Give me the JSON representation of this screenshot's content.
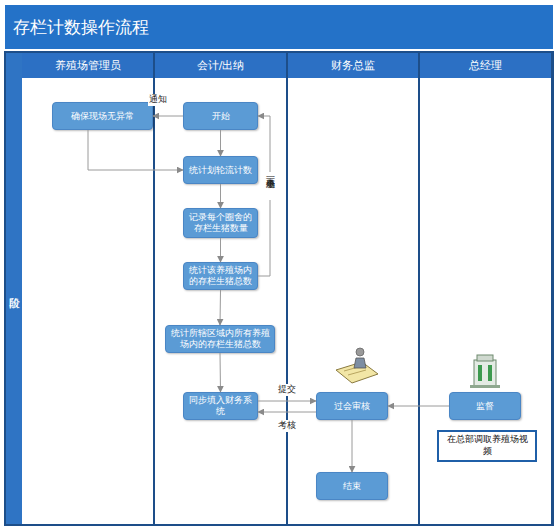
{
  "diagram": {
    "title": "存栏计数操作流程",
    "nodes": [
      {
        "text": [
          "阶段"
        ]
      },
      {
        "text": [
          "养殖场管理员"
        ]
      },
      {
        "text": [
          "会计/出纳"
        ]
      },
      {
        "text": [
          "财务总监"
        ]
      },
      {
        "text": [
          "总经理"
        ]
      },
      {
        "text": [
          "确保现场无异常"
        ],
        "in": 1
      },
      {
        "text": [
          "开始"
        ],
        "in": 2
      },
      {
        "text": [
          "统计划轮流计数"
        ],
        "in": 2
      },
      {
        "text": [
          "记录每个圈舍的存栏生猪数量"
        ],
        "in": 2
      },
      {
        "text": [
          "统计该养殖场内的存栏生猪总数"
        ],
        "in": 2
      },
      {
        "text": [
          "统计所辖区域内所有养殖场内的存栏生猪总数"
        ],
        "in": 2
      },
      {
        "text": [
          "同步填入财务系统"
        ],
        "in": 2
      },
      {
        "text": [
          "过会审核"
        ],
        "in": 3
      },
      {
        "text": [
          "结束"
        ],
        "in": 3
      },
      {
        "text": [
          "监督"
        ],
        "in": 4
      },
      {
        "text": [
          "在总部调取养殖场视频"
        ],
        "in": 4
      }
    ],
    "edges": [
      {
        "from": 6,
        "to": 5,
        "label": "通知",
        "arrow": "to"
      },
      {
        "from": 5,
        "to": 7,
        "arrow": "to"
      },
      {
        "from": 6,
        "to": 7,
        "arrow": "to"
      },
      {
        "from": 7,
        "to": 8,
        "arrow": "to"
      },
      {
        "from": 8,
        "to": 9,
        "arrow": "to"
      },
      {
        "from": 9,
        "to": 6,
        "label": "下一个养殖场",
        "arrow": "to"
      },
      {
        "from": 9,
        "to": 10,
        "arrow": "to"
      },
      {
        "from": 10,
        "to": 11,
        "arrow": "to"
      },
      {
        "from": 11,
        "to": 12,
        "label": "提交",
        "arrow": "to"
      },
      {
        "from": 12,
        "to": 11,
        "label": "考核",
        "arrow": "to"
      },
      {
        "from": 12,
        "to": 13,
        "arrow": "to"
      },
      {
        "from": 14,
        "to": 12,
        "arrow": "to"
      }
    ]
  }
}
